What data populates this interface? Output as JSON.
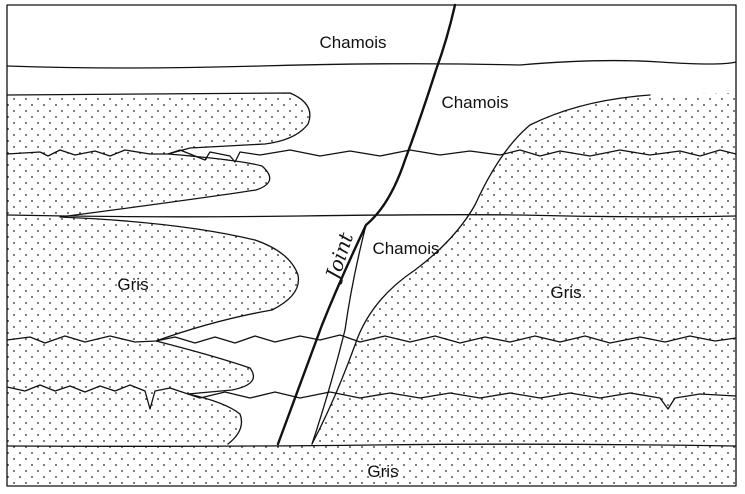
{
  "labels": {
    "chamois_top": "Chamois",
    "chamois_mid": "Chamois",
    "chamois_center": "Chamois",
    "joint": "Joint",
    "gris_left": "Gris",
    "gris_right": "Gris",
    "gris_bottom": "Gris"
  },
  "colors": {
    "line": "#111111",
    "stipple": "#222222",
    "background": "#ffffff"
  }
}
